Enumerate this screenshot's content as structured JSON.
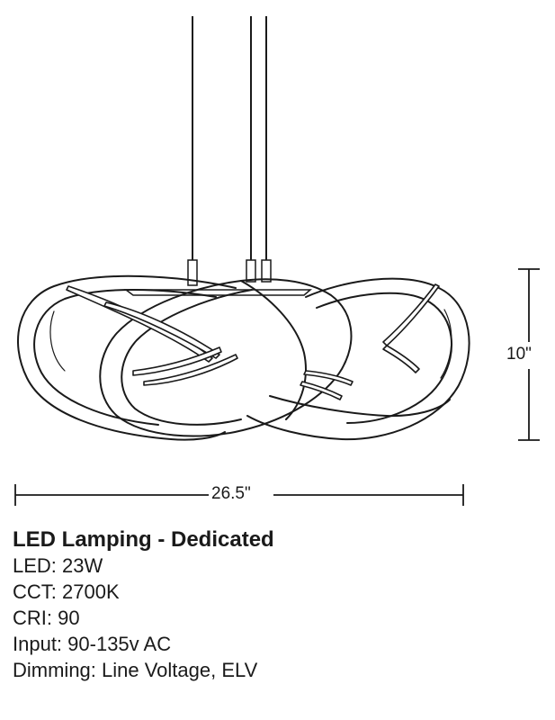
{
  "dimensions": {
    "width": "26.5\"",
    "height": "10\""
  },
  "specs": {
    "heading": "LED Lamping - Dedicated",
    "lines": [
      "LED: 23W",
      "CCT: 2700K",
      "CRI: 90",
      "Input: 90-135v AC",
      "Dimming: Line Voltage, ELV"
    ]
  }
}
